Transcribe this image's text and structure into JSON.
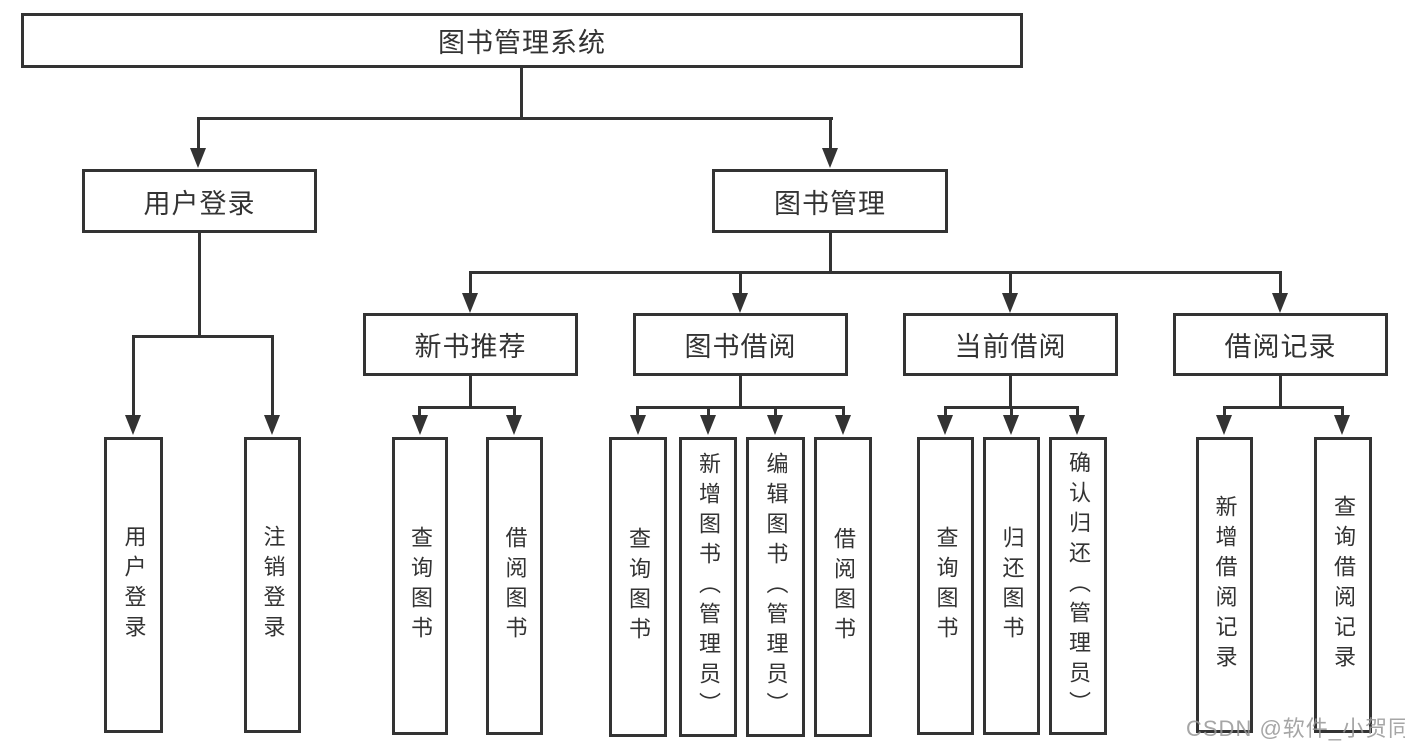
{
  "diagram": {
    "title": "图书管理系统",
    "branches": [
      {
        "label": "用户登录",
        "children": [
          {
            "label": "用户登录"
          },
          {
            "label": "注销登录"
          }
        ]
      },
      {
        "label": "图书管理",
        "children": [
          {
            "label": "新书推荐",
            "children": [
              {
                "label": "查询图书"
              },
              {
                "label": "借阅图书"
              }
            ]
          },
          {
            "label": "图书借阅",
            "children": [
              {
                "label": "查询图书"
              },
              {
                "label": "新增图书（管理员）"
              },
              {
                "label": "编辑图书（管理员）"
              },
              {
                "label": "借阅图书"
              }
            ]
          },
          {
            "label": "当前借阅",
            "children": [
              {
                "label": "查询图书"
              },
              {
                "label": "归还图书"
              },
              {
                "label": "确认归还（管理员）"
              }
            ]
          },
          {
            "label": "借阅记录",
            "children": [
              {
                "label": "新增借阅记录"
              },
              {
                "label": "查询借阅记录"
              }
            ]
          }
        ]
      }
    ],
    "watermark": "CSDN @软件_小贺同学",
    "colors": {
      "line": "#333333",
      "box_border": "#333333",
      "text": "#333333",
      "watermark": "#969696",
      "background": "#ffffff"
    }
  }
}
